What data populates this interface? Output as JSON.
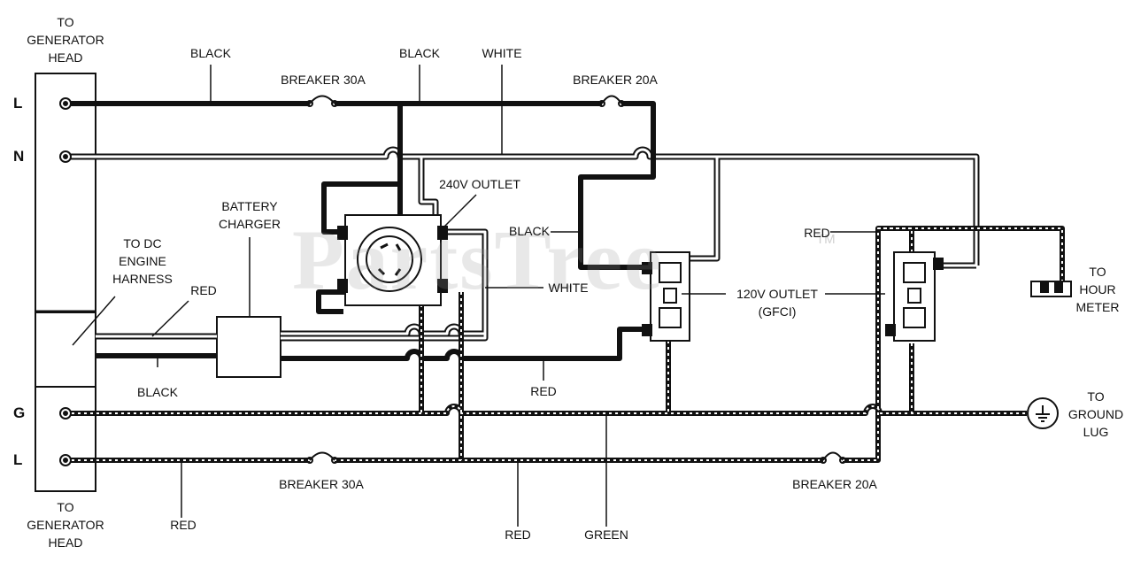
{
  "watermark": "PartsTree",
  "watermark_mark": "TM",
  "terminals": {
    "l_top": "L",
    "n": "N",
    "g": "G",
    "l_bottom": "L"
  },
  "labels": {
    "gen_head_top": "TO\nGENERATOR\nHEAD",
    "gen_head_bottom": "TO\nGENERATOR\nHEAD",
    "dc_harness": "TO DC\nENGINE\nHARNESS",
    "battery_charger": "BATTERY\nCHARGER",
    "outlet_240": "240V OUTLET",
    "outlet_120": "120V OUTLET\n(GFCI)",
    "hour_meter": "TO\nHOUR\nMETER",
    "ground_lug": "TO\nGROUND\nLUG",
    "breaker_30a_top": "BREAKER 30A",
    "breaker_20a_top": "BREAKER 20A",
    "breaker_30a_bottom": "BREAKER 30A",
    "breaker_20a_bottom": "BREAKER 20A",
    "black_1": "BLACK",
    "black_2": "BLACK",
    "white_1": "WHITE",
    "black_3": "BLACK",
    "white_2": "WHITE",
    "red_1": "RED",
    "black_4": "BLACK",
    "red_2": "RED",
    "red_3": "RED",
    "red_4": "RED",
    "red_5": "RED",
    "green": "GREEN"
  }
}
